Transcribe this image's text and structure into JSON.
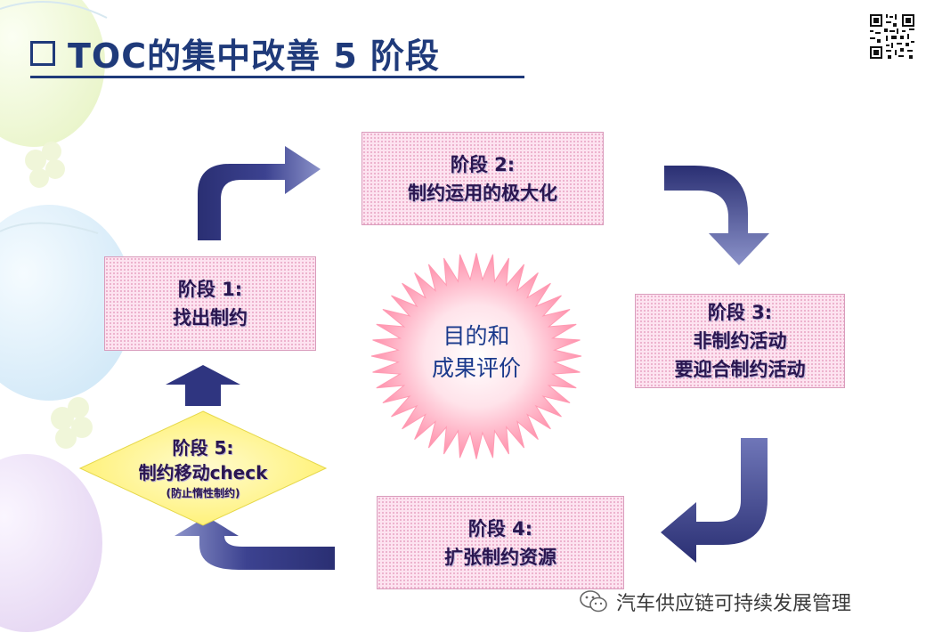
{
  "title": "TOC的集中改善 5 阶段",
  "center": {
    "line1": "目的和",
    "line2": "成果评价"
  },
  "stages": [
    {
      "id": "s1",
      "label": "阶段 1:",
      "lines": [
        "找出制约"
      ]
    },
    {
      "id": "s2",
      "label": "阶段 2:",
      "lines": [
        "制约运用的极大化"
      ]
    },
    {
      "id": "s3",
      "label": "阶段 3:",
      "lines": [
        "非制约活动",
        "要迎合制约活动"
      ]
    },
    {
      "id": "s4",
      "label": "阶段 4:",
      "lines": [
        "扩张制约资源"
      ]
    }
  ],
  "stage5": {
    "label": "阶段 5:",
    "line1": "制约移动check",
    "line2": "(防止惰性制约)"
  },
  "watermark": "汽车供应链可持续发展管理",
  "colors": {
    "title": "#1f3a7a",
    "arrow_dark": "#262c6e",
    "arrow_light": "#8a90c8",
    "stage_fill": "#fde3f0",
    "diamond_fill": "#fff59a",
    "burst_center": "#ffe9ee",
    "burst_edge": "#ff8fa8",
    "center_text": "#1b3a8c"
  },
  "icons": [
    "qr-code-icon",
    "wechat-icon"
  ]
}
